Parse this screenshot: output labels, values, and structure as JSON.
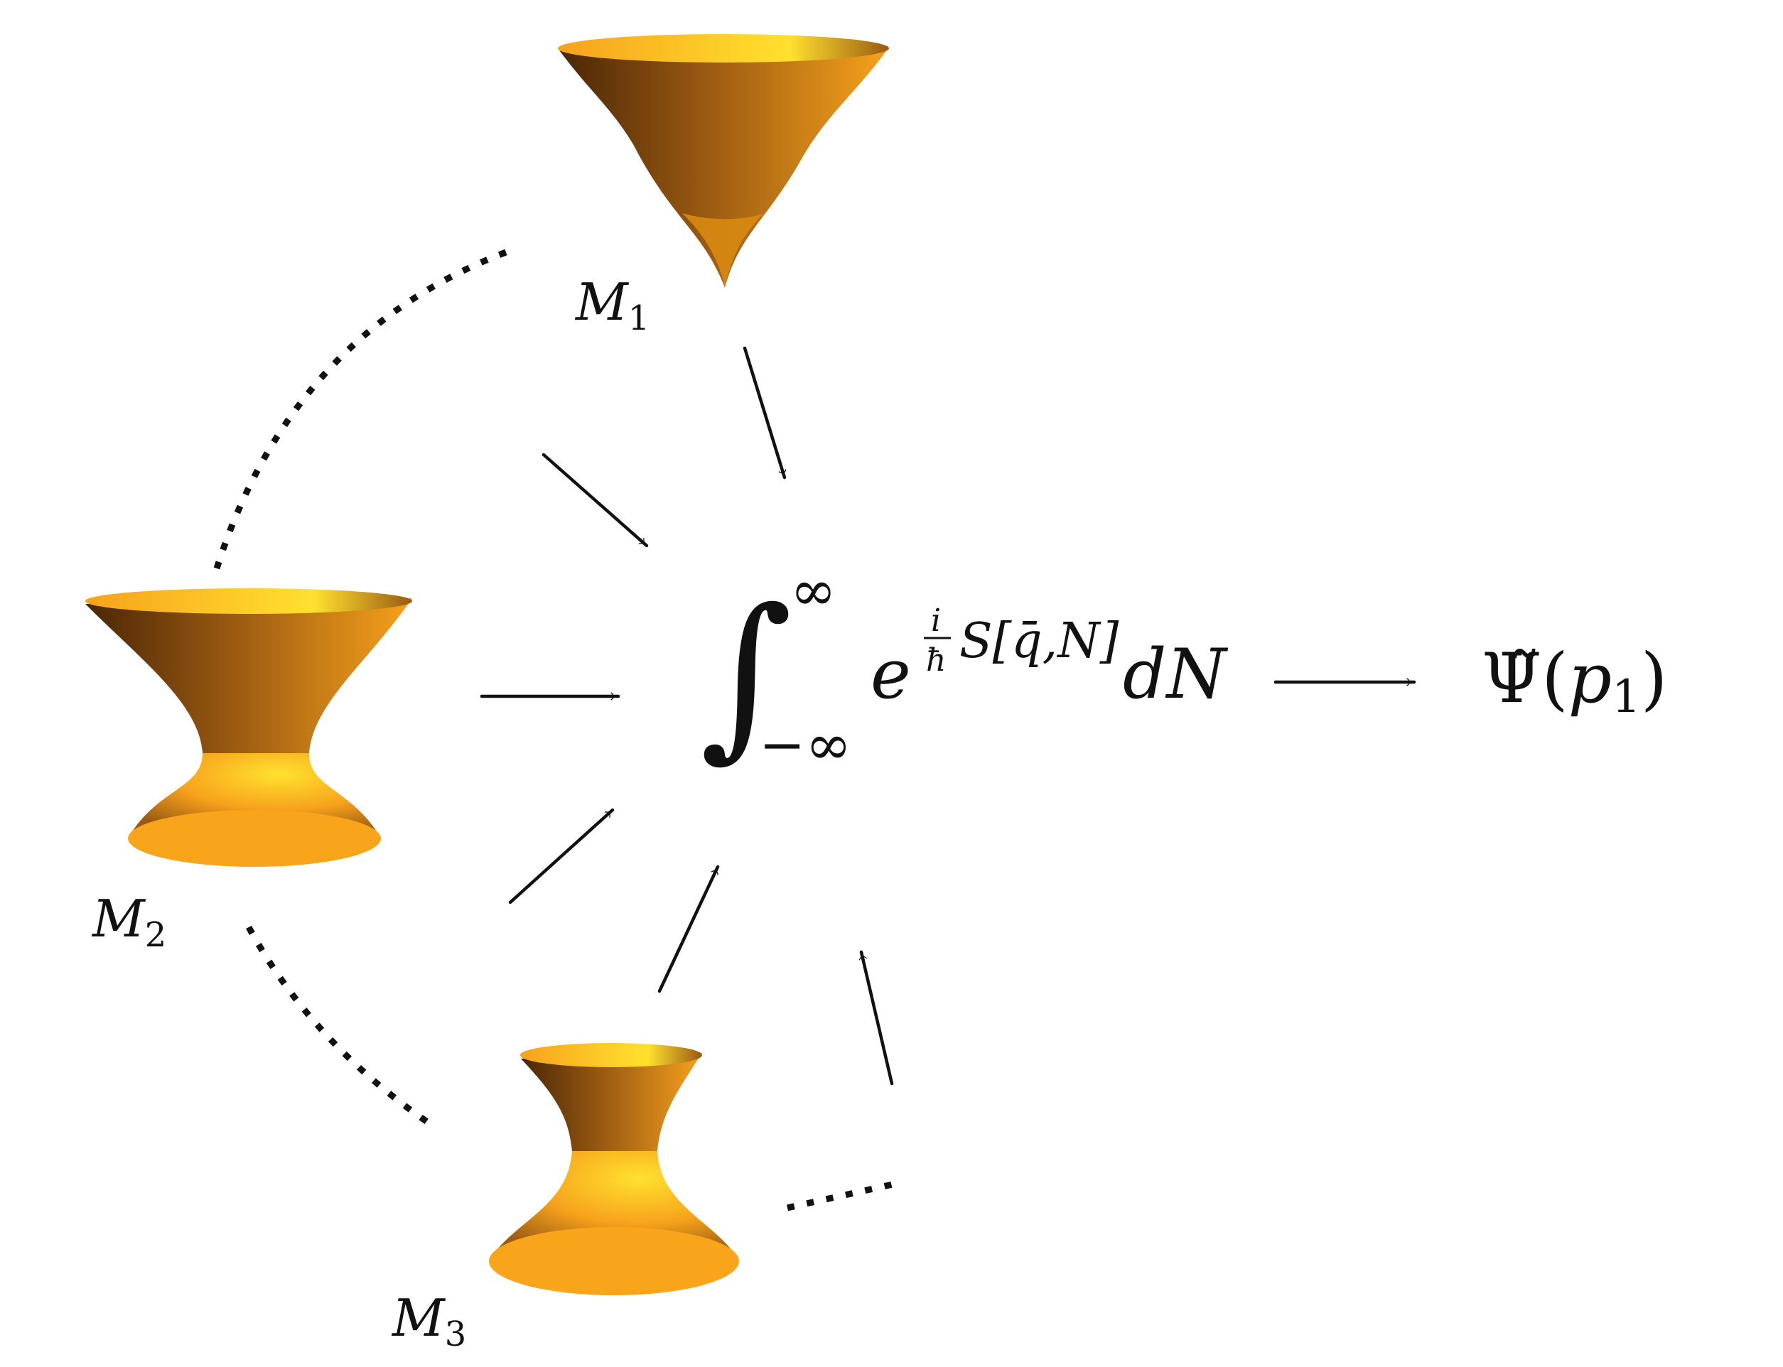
{
  "colors": {
    "surface_dark": "#4a2606",
    "surface_mid": "#9a5a12",
    "surface_bright": "#f7a21c",
    "surface_highlight": "#ffe12e",
    "ink": "#111111",
    "background": "#ffffff"
  },
  "manifolds": [
    {
      "symbol": "M",
      "subscript": "1",
      "shape": "cone"
    },
    {
      "symbol": "M",
      "subscript": "2",
      "shape": "hourglass"
    },
    {
      "symbol": "M",
      "subscript": "3",
      "shape": "hourglass"
    }
  ],
  "integral": {
    "sign": "∫",
    "upper_limit": "∞",
    "lower_limit": "−∞",
    "base": "e",
    "exponent_frac_num": "i",
    "exponent_frac_den": "ħ",
    "exponent_action": "S[q̄,N]",
    "differential": "dN"
  },
  "result_arrow": "⟶",
  "result": {
    "symbol": "Ψ̃",
    "argument_open": "(",
    "argument_var": "p",
    "argument_sub": "1",
    "argument_close": ")"
  }
}
